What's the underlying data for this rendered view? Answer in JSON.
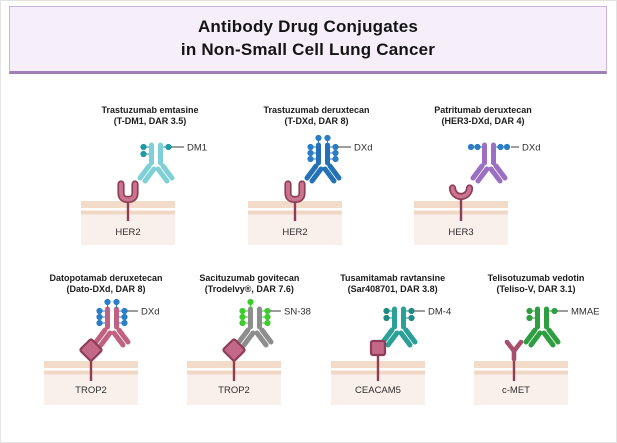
{
  "banner": {
    "line1": "Antibody Drug Conjugates",
    "line2": "in Non-Small Cell Lung Cancer",
    "background": "#f6eef9",
    "border": "#cbb2d8",
    "underline": "#9d80b5"
  },
  "adcs": [
    {
      "name_line1": "Trastuzumab emtasine",
      "name_line2": "(T-DM1, DAR 3.5)",
      "payload": "DM1",
      "target": "HER2",
      "dar": "3.5",
      "antibody_color": "#7fd0d6",
      "payload_color": "#1e9aa4"
    },
    {
      "name_line1": "Trastuzumab deruxtecan",
      "name_line2": "(T-DXd, DAR 8)",
      "payload": "DXd",
      "target": "HER2",
      "dar": "8",
      "antibody_color": "#2471b8",
      "payload_color": "#2b7dc6"
    },
    {
      "name_line1": "Patritumab deruxtecan",
      "name_line2": "(HER3-DXd, DAR 4)",
      "payload": "DXd",
      "target": "HER3",
      "dar": "4",
      "antibody_color": "#9a6fc4",
      "payload_color": "#2b7dc6"
    },
    {
      "name_line1": "Datopotamab deruxetecan",
      "name_line2": "(Dato-DXd, DAR 8)",
      "payload": "DXd",
      "target": "TROP2",
      "dar": "8",
      "antibody_color": "#c06181",
      "payload_color": "#2b7dc6"
    },
    {
      "name_line1": "Sacituzumab govitecan",
      "name_line2": "(Trodelvy®, DAR 7.6)",
      "payload": "SN-38",
      "target": "TROP2",
      "dar": "7.6",
      "antibody_color": "#8d8d8d",
      "payload_color": "#3ecb2e"
    },
    {
      "name_line1": "Tusamitamab ravtansine",
      "name_line2": "(Sar408701, DAR 3.8)",
      "payload": "DM-4",
      "target": "CEACAM5",
      "dar": "3.8",
      "antibody_color": "#2aa096",
      "payload_color": "#1f8c84"
    },
    {
      "name_line1": "Telisotuzumab vedotin",
      "name_line2": "(Teliso-V, DAR 3.1)",
      "payload": "MMAE",
      "target": "c-MET",
      "dar": "3.1",
      "antibody_color": "#2f9e41",
      "payload_color": "#2f9e41"
    }
  ],
  "colors": {
    "receptor_fill": "#c4688a",
    "receptor_outline": "#8f3d58",
    "membrane_light": "#faf0eb",
    "membrane_strip": "#f2dcc9",
    "label_text": "#2e2e2e"
  }
}
